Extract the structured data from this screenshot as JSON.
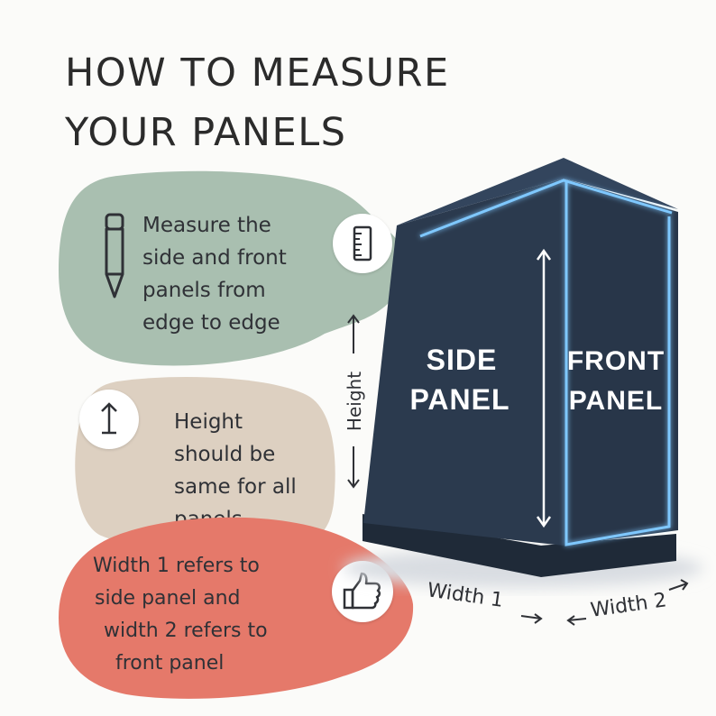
{
  "title": {
    "line1": "HOW TO MEASURE",
    "line2": "YOUR PANELS"
  },
  "tips": [
    {
      "lines": [
        "Measure the",
        "side and front",
        "panels from",
        "edge to edge"
      ],
      "color": "#a9bfb0",
      "icon": "ruler-icon"
    },
    {
      "lines": [
        "Height",
        "should be",
        "same for all",
        "panels"
      ],
      "color": "#ddd0c1",
      "icon": "arrow-up-icon"
    },
    {
      "lines": [
        "Width 1 refers to",
        "side panel and",
        "width 2 refers to",
        "front panel"
      ],
      "color": "#e5796a",
      "icon": "thumbs-up-icon"
    }
  ],
  "diagram": {
    "side_label": [
      "SIDE",
      "PANEL"
    ],
    "front_label": [
      "FRONT",
      "PANEL"
    ],
    "height_label": "Height",
    "width1_label": "Width 1",
    "width2_label": "Width 2",
    "box_color": "#2b3a4e",
    "glow_color": "#7fc8ff"
  }
}
